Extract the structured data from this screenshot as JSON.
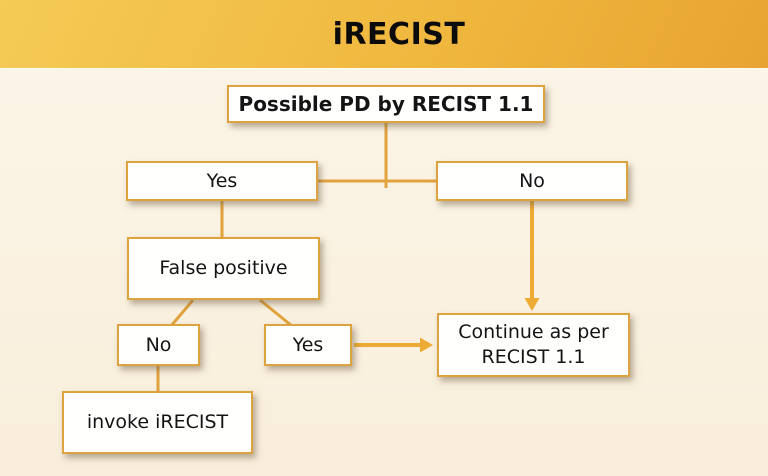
{
  "header": {
    "title": "iRECIST"
  },
  "colors": {
    "band_gradient_start": "#f5cb55",
    "band_gradient_end": "#e8a431",
    "background_top": "#fdfaf0",
    "background_bottom": "#f9eedb",
    "node_fill": "#fffffe",
    "node_border": "#dca33f",
    "connector": "#e2a23c",
    "arrow": "#edaa35",
    "text": "#141414"
  },
  "flowchart": {
    "nodes": {
      "root": {
        "label": "Possible PD by RECIST 1.1"
      },
      "yes_branch": {
        "label": "Yes"
      },
      "no_branch": {
        "label": "No"
      },
      "false_positive": {
        "label": "False positive"
      },
      "fp_no": {
        "label": "No"
      },
      "fp_yes": {
        "label": "Yes"
      },
      "invoke_irecist": {
        "label": "invoke iRECIST"
      },
      "continue_recist": {
        "label": "Continue as per RECIST 1.1"
      }
    }
  }
}
